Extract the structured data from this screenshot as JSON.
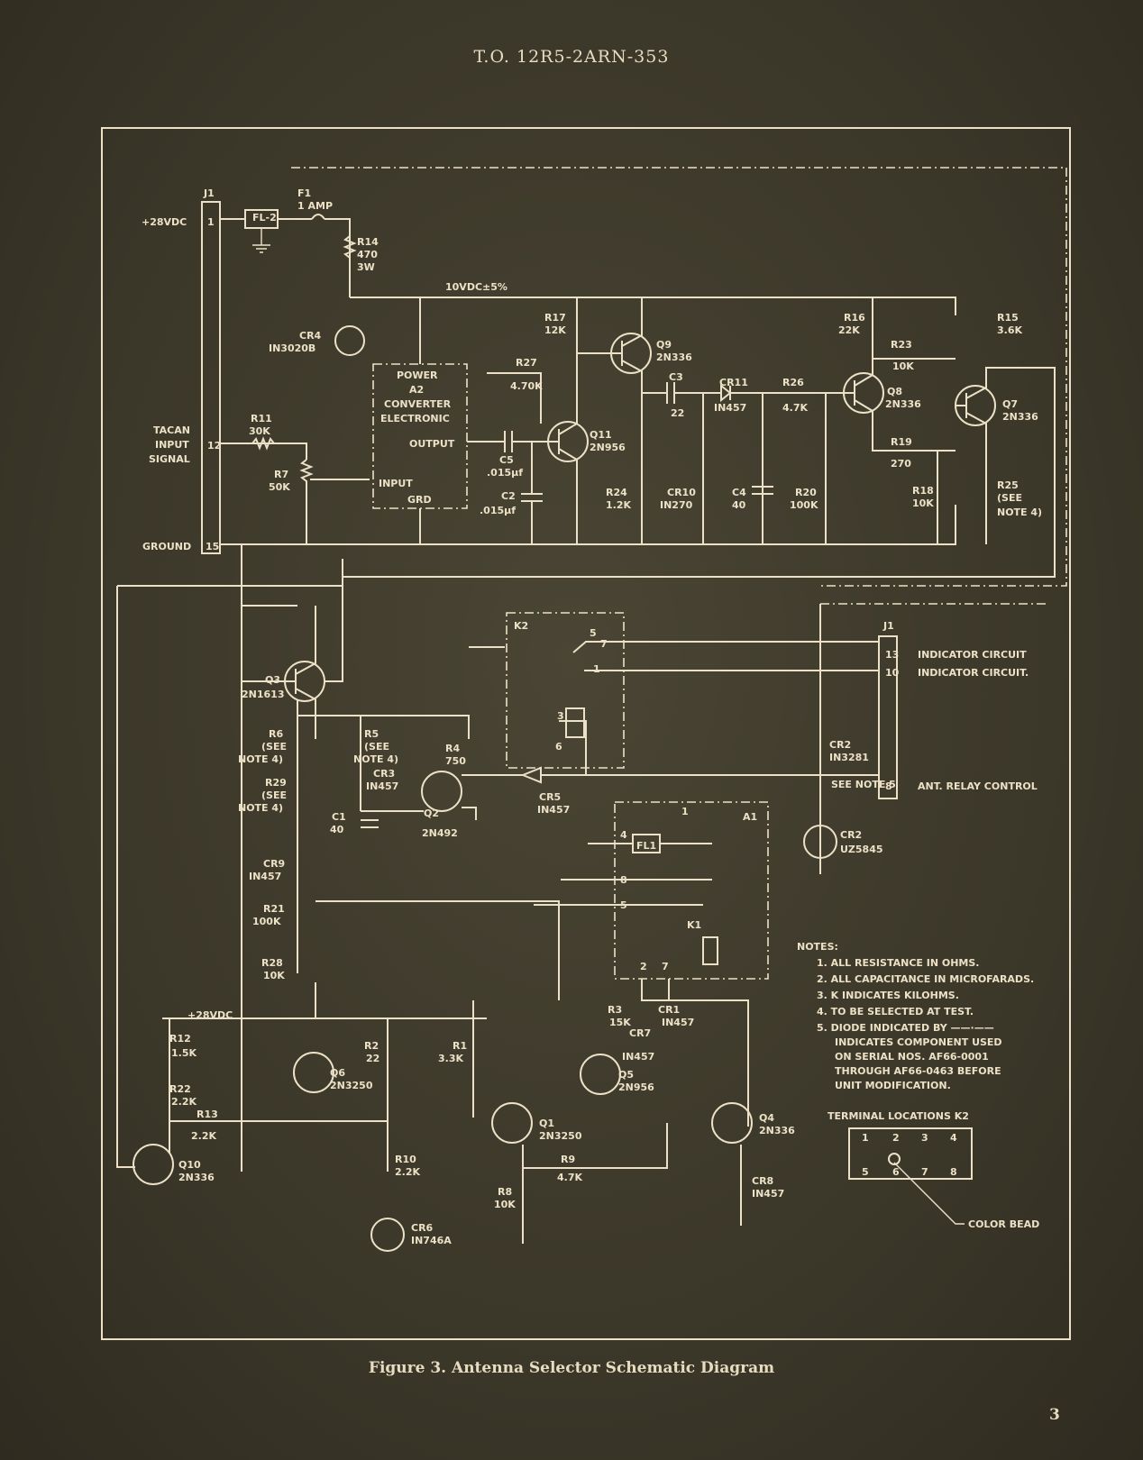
{
  "header": "T.O. 12R5-2ARN-353",
  "caption": "Figure 3.   Antenna Selector Schematic Diagram",
  "page_number": "3",
  "connector": {
    "label": "J1",
    "pins": [
      {
        "number": "1",
        "label": "+28VDC"
      },
      {
        "number": "12",
        "label_lines": [
          "TACAN",
          "INPUT",
          "SIGNAL"
        ]
      },
      {
        "number": "15",
        "label": "GROUND"
      }
    ]
  },
  "supply_label": "10VDC±5%",
  "supply_label_lower": "+28VDC",
  "converter": {
    "lines": [
      "POWER",
      "A2",
      "CONVERTER",
      "ELECTRONIC"
    ],
    "output": "OUTPUT",
    "input": "INPUT",
    "ground": "GRD"
  },
  "components": [
    {
      "ref": "FL-2",
      "value": ""
    },
    {
      "ref": "F1",
      "value": "1 AMP"
    },
    {
      "ref": "R14",
      "value": "470",
      "extra": "3W"
    },
    {
      "ref": "CR4",
      "value": "IN3020B"
    },
    {
      "ref": "R11",
      "value": "30K"
    },
    {
      "ref": "R7",
      "value": "50K"
    },
    {
      "ref": "R17",
      "value": "12K"
    },
    {
      "ref": "R27",
      "value": "4.70K"
    },
    {
      "ref": "C5",
      "value": ".015µf"
    },
    {
      "ref": "C2",
      "value": ".015µf"
    },
    {
      "ref": "Q11",
      "value": "2N956"
    },
    {
      "ref": "Q9",
      "value": "2N336"
    },
    {
      "ref": "C3",
      "value": "22"
    },
    {
      "ref": "CR11",
      "value": "IN457"
    },
    {
      "ref": "R26",
      "value": "4.7K"
    },
    {
      "ref": "R24",
      "value": "1.2K"
    },
    {
      "ref": "CR10",
      "value": "IN270"
    },
    {
      "ref": "C4",
      "value": "40"
    },
    {
      "ref": "R20",
      "value": "100K"
    },
    {
      "ref": "R16",
      "value": "22K"
    },
    {
      "ref": "R23",
      "value": "10K"
    },
    {
      "ref": "Q8",
      "value": "2N336"
    },
    {
      "ref": "R19",
      "value": "270"
    },
    {
      "ref": "R18",
      "value": "10K"
    },
    {
      "ref": "R15",
      "value": "3.6K"
    },
    {
      "ref": "Q7",
      "value": "2N336"
    },
    {
      "ref": "R25",
      "value": "(SEE",
      "extra": "NOTE 4)"
    },
    {
      "ref": "Q3",
      "value": "2N1613"
    },
    {
      "ref": "R6",
      "value": "(SEE",
      "extra": "NOTE 4)"
    },
    {
      "ref": "R5",
      "value": "(SEE",
      "extra": "NOTE 4)"
    },
    {
      "ref": "R4",
      "value": "750"
    },
    {
      "ref": "CR3",
      "value": "IN457"
    },
    {
      "ref": "R29",
      "value": "(SEE",
      "extra": "NOTE 4)"
    },
    {
      "ref": "C1",
      "value": "40"
    },
    {
      "ref": "Q2",
      "value": "2N492"
    },
    {
      "ref": "CR5",
      "value": "IN457"
    },
    {
      "ref": "CR9",
      "value": "IN457"
    },
    {
      "ref": "R21",
      "value": "100K"
    },
    {
      "ref": "R28",
      "value": "10K"
    },
    {
      "ref": "CR2",
      "value": "IN3281",
      "extra": "SEE NOTE 5"
    },
    {
      "ref": "CR2",
      "value": "UZ5845"
    },
    {
      "ref": "R3",
      "value": "15K"
    },
    {
      "ref": "CR1",
      "value": "IN457"
    },
    {
      "ref": "CR7",
      "value": "IN457"
    },
    {
      "ref": "R12",
      "value": "1.5K"
    },
    {
      "ref": "R2",
      "value": "22"
    },
    {
      "ref": "R1",
      "value": "3.3K"
    },
    {
      "ref": "Q6",
      "value": "2N3250"
    },
    {
      "ref": "Q5",
      "value": "2N956"
    },
    {
      "ref": "R22",
      "value": "2.2K"
    },
    {
      "ref": "R13",
      "value": "2.2K"
    },
    {
      "ref": "Q1",
      "value": "2N3250"
    },
    {
      "ref": "Q4",
      "value": "2N336"
    },
    {
      "ref": "Q10",
      "value": "2N336"
    },
    {
      "ref": "R10",
      "value": "2.2K"
    },
    {
      "ref": "R9",
      "value": "4.7K"
    },
    {
      "ref": "R8",
      "value": "10K"
    },
    {
      "ref": "CR8",
      "value": "IN457"
    },
    {
      "ref": "CR6",
      "value": "IN746A"
    }
  ],
  "relay_k2": {
    "label": "K2",
    "contacts": [
      "5",
      "7",
      "1",
      "3",
      "6"
    ]
  },
  "assembly_a1": {
    "label": "A1",
    "filter": "FL1",
    "relay": "K1",
    "pins": [
      "1",
      "4",
      "8",
      "5",
      "2",
      "7"
    ]
  },
  "j1_right": {
    "label": "J1",
    "pins": [
      {
        "number": "13",
        "label": "INDICATOR CIRCUIT"
      },
      {
        "number": "10",
        "label": "INDICATOR CIRCUIT."
      },
      {
        "number": "8",
        "label": "ANT. RELAY CONTROL"
      }
    ]
  },
  "notes": {
    "title": "NOTES:",
    "items": [
      "1.  ALL RESISTANCE IN OHMS.",
      "2.  ALL CAPACITANCE  IN MICROFARADS.",
      "3.  K INDICATES KILOHMS.",
      "4.  TO BE SELECTED AT TEST.",
      "5.  DIODE INDICATED BY ——·——",
      "INDICATES COMPONENT USED",
      "ON SERIAL NOS. AF66-0001",
      "THROUGH AF66-0463 BEFORE",
      "UNIT MODIFICATION."
    ]
  },
  "terminal_locations": {
    "title": "TERMINAL LOCATIONS K2",
    "top": [
      "1",
      "2",
      "3",
      "4"
    ],
    "bottom": [
      "5",
      "6",
      "7",
      "8"
    ],
    "bead_label": "COLOR BEAD"
  },
  "colors": {
    "ink": "#ece1c6",
    "paper": "#3e3a2c"
  }
}
